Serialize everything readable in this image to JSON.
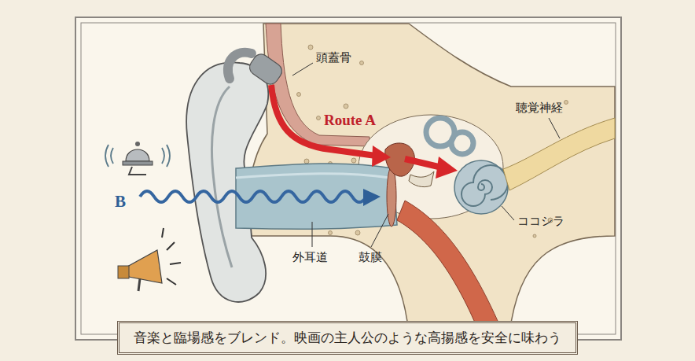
{
  "diagram": {
    "caption": "音楽と臨場感をブレンド。映画の主人公のような高揚感を安全に味わう",
    "labels": [
      "頭蓋骨",
      "Route A",
      "聴覚神経",
      "B",
      "ココシラ",
      "外耳道",
      "鼓膜"
    ]
  }
}
